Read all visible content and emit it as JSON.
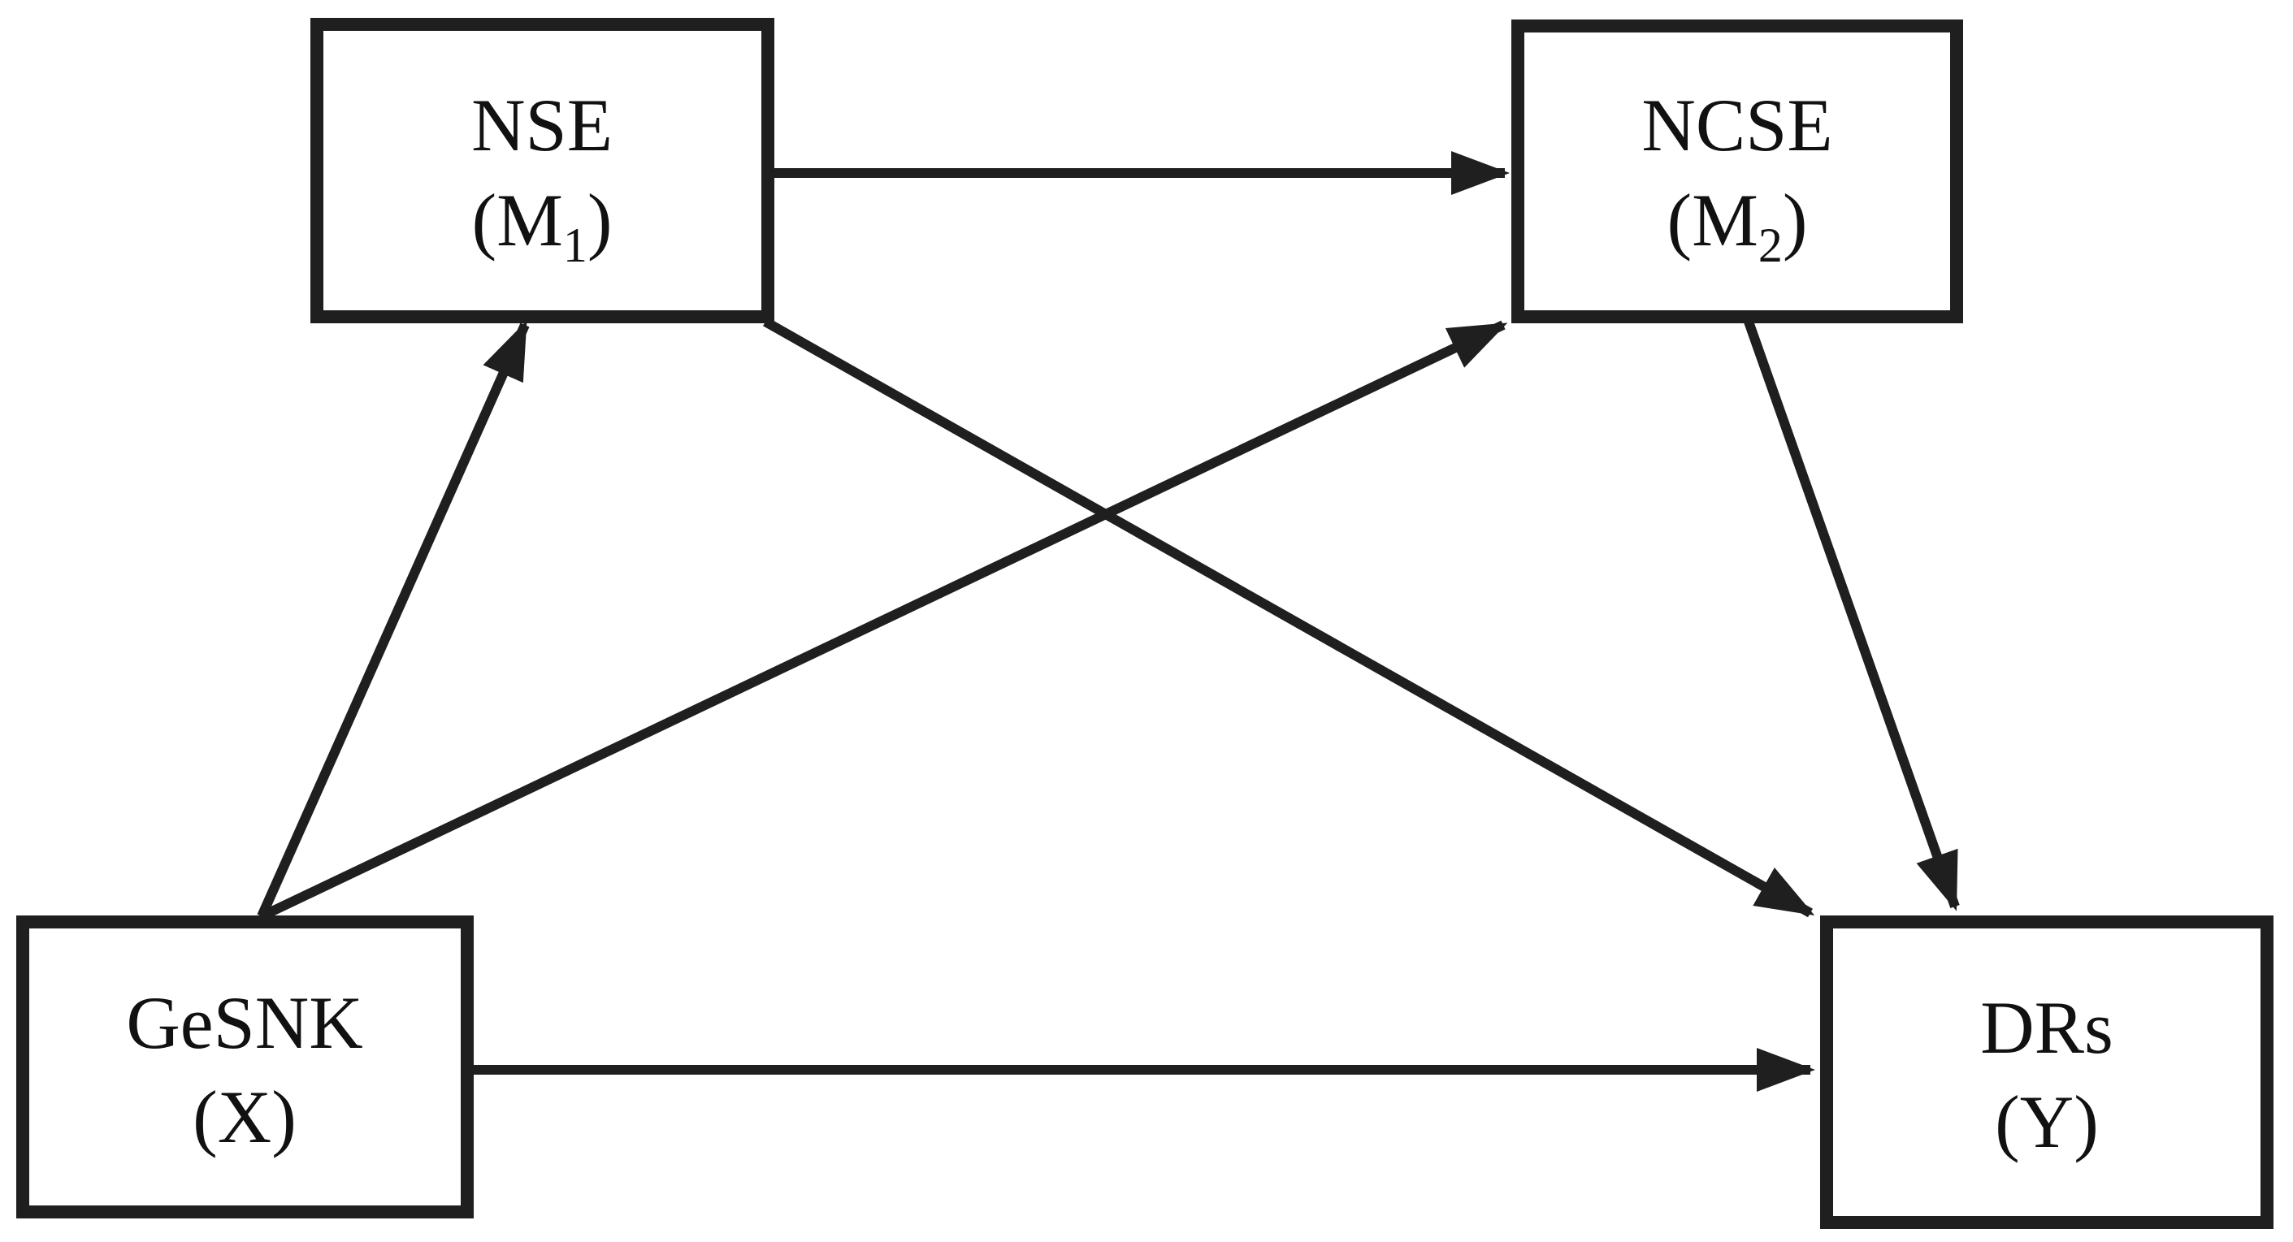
{
  "diagram": {
    "background_color": "#ffffff",
    "ink_color": "#1f1f1f",
    "nodes": {
      "nse": {
        "name": "NSE",
        "paren_pre": "(M",
        "paren_sub": "1",
        "paren_post": ")"
      },
      "ncse": {
        "name": "NCSE",
        "paren_pre": "(M",
        "paren_sub": "2",
        "paren_post": ")"
      },
      "gesnk": {
        "name": "GeSNK",
        "paren": "(X)"
      },
      "drs": {
        "name": "DRs",
        "paren": "(Y)"
      }
    },
    "edges": [
      {
        "from": "GeSNK",
        "to": "NSE"
      },
      {
        "from": "GeSNK",
        "to": "NCSE"
      },
      {
        "from": "GeSNK",
        "to": "DRs"
      },
      {
        "from": "NSE",
        "to": "NCSE"
      },
      {
        "from": "NSE",
        "to": "DRs"
      },
      {
        "from": "NCSE",
        "to": "DRs"
      }
    ]
  }
}
